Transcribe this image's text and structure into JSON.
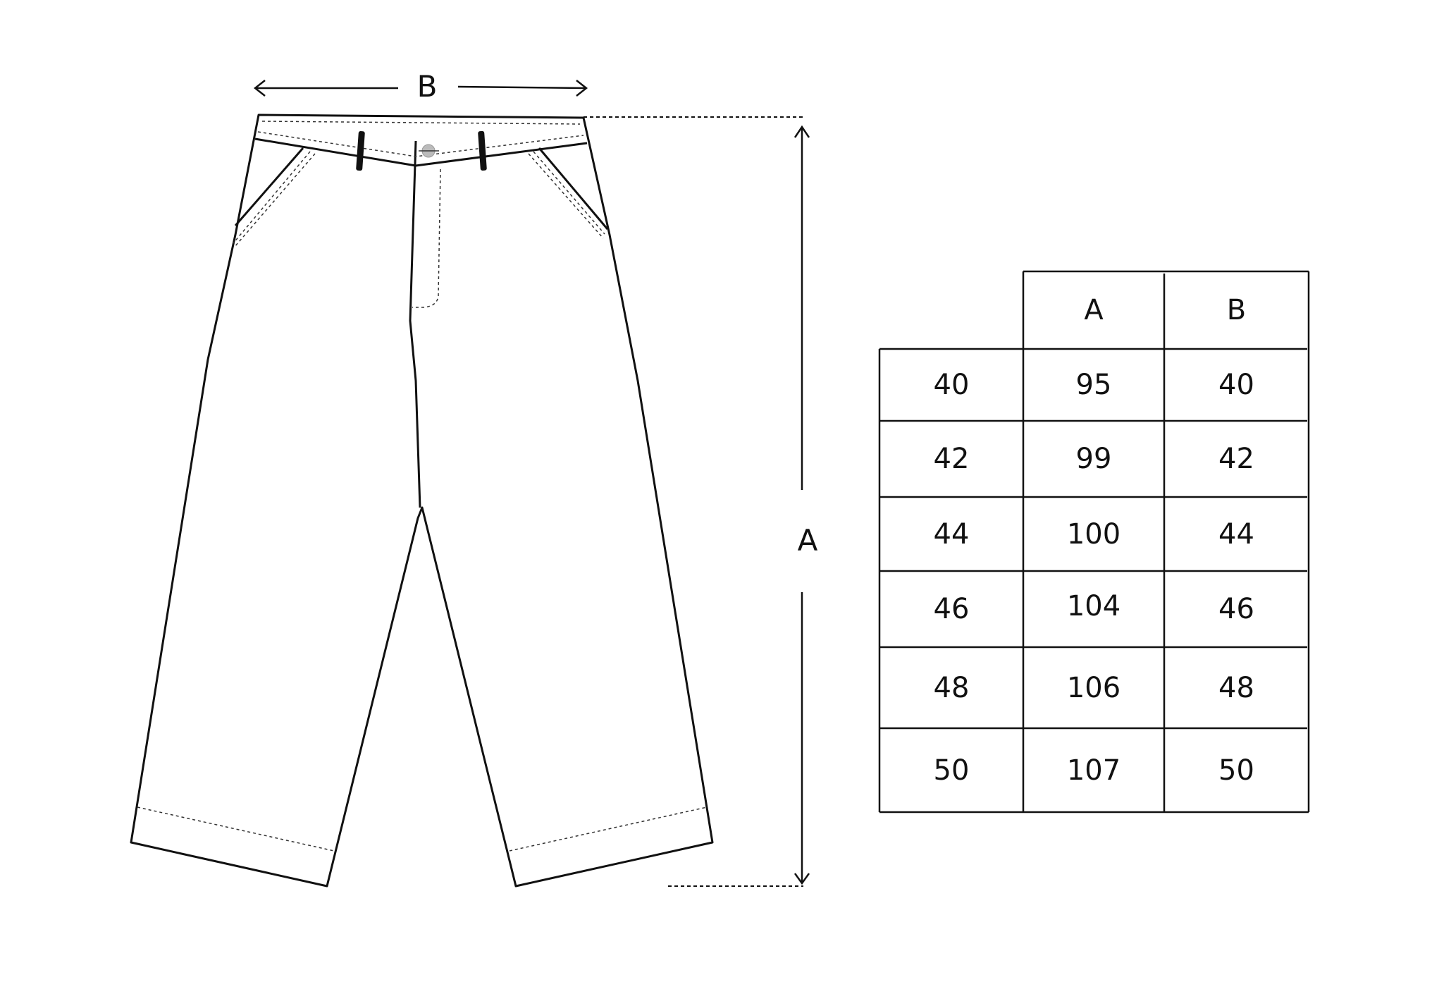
{
  "diagram": {
    "label_width": "B",
    "label_length": "A"
  },
  "size_table": {
    "headers": [
      "",
      "A",
      "B"
    ],
    "rows": [
      [
        "40",
        "95",
        "40"
      ],
      [
        "42",
        "99",
        "42"
      ],
      [
        "44",
        "100",
        "44"
      ],
      [
        "46",
        "104",
        "46"
      ],
      [
        "48",
        "106",
        "48"
      ],
      [
        "50",
        "107",
        "50"
      ]
    ]
  },
  "colors": {
    "line": "#111111",
    "button": "#bbbbbb"
  }
}
